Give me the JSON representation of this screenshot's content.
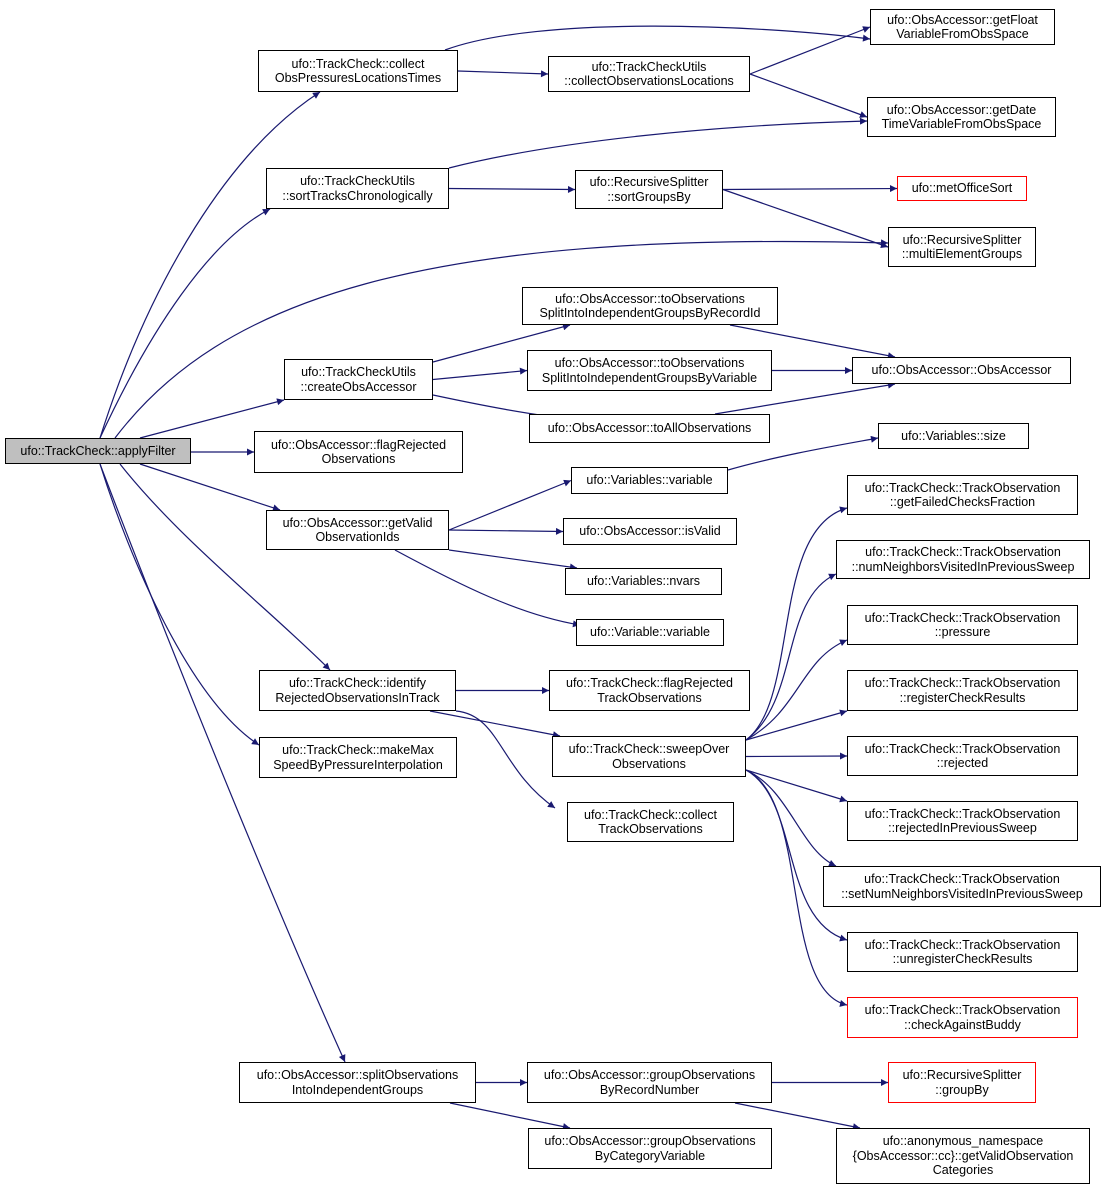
{
  "graph": {
    "edge_color": "#191970",
    "nodes": {
      "applyFilter": {
        "lines": [
          "ufo::TrackCheck::applyFilter"
        ],
        "style": "root"
      },
      "collectObsPressures": {
        "lines": [
          "ufo::TrackCheck::collect",
          "ObsPressuresLocationsTimes"
        ]
      },
      "collectObsLocations": {
        "lines": [
          "ufo::TrackCheckUtils",
          "::collectObservationsLocations"
        ]
      },
      "getFloatVar": {
        "lines": [
          "ufo::ObsAccessor::getFloat",
          "VariableFromObsSpace"
        ]
      },
      "getDateTimeVar": {
        "lines": [
          "ufo::ObsAccessor::getDate",
          "TimeVariableFromObsSpace"
        ]
      },
      "sortTracks": {
        "lines": [
          "ufo::TrackCheckUtils",
          "::sortTracksChronologically"
        ]
      },
      "sortGroupsBy": {
        "lines": [
          "ufo::RecursiveSplitter",
          "::sortGroupsBy"
        ]
      },
      "metOfficeSort": {
        "lines": [
          "ufo::metOfficeSort"
        ],
        "style": "red"
      },
      "multiElementGroups": {
        "lines": [
          "ufo::RecursiveSplitter",
          "::multiElementGroups"
        ]
      },
      "toObsByRecordId": {
        "lines": [
          "ufo::ObsAccessor::toObservations",
          "SplitIntoIndependentGroupsByRecordId"
        ]
      },
      "createObsAccessor": {
        "lines": [
          "ufo::TrackCheckUtils",
          "::createObsAccessor"
        ]
      },
      "toObsByVariable": {
        "lines": [
          "ufo::ObsAccessor::toObservations",
          "SplitIntoIndependentGroupsByVariable"
        ]
      },
      "obsAccessorCtor": {
        "lines": [
          "ufo::ObsAccessor::ObsAccessor"
        ]
      },
      "toAllObservations": {
        "lines": [
          "ufo::ObsAccessor::toAllObservations"
        ]
      },
      "flagRejectedObs": {
        "lines": [
          "ufo::ObsAccessor::flagRejected",
          "Observations"
        ]
      },
      "variablesSize": {
        "lines": [
          "ufo::Variables::size"
        ]
      },
      "getValidObsIds": {
        "lines": [
          "ufo::ObsAccessor::getValid",
          "ObservationIds"
        ]
      },
      "variablesVariable": {
        "lines": [
          "ufo::Variables::variable"
        ]
      },
      "isValid": {
        "lines": [
          "ufo::ObsAccessor::isValid"
        ]
      },
      "nvars": {
        "lines": [
          "ufo::Variables::nvars"
        ]
      },
      "variableVariable": {
        "lines": [
          "ufo::Variable::variable"
        ]
      },
      "getFailedChecksFraction": {
        "lines": [
          "ufo::TrackCheck::TrackObservation",
          "::getFailedChecksFraction"
        ]
      },
      "numNeighborsVisited": {
        "lines": [
          "ufo::TrackCheck::TrackObservation",
          "::numNeighborsVisitedInPreviousSweep"
        ]
      },
      "pressure": {
        "lines": [
          "ufo::TrackCheck::TrackObservation",
          "::pressure"
        ]
      },
      "identifyRejected": {
        "lines": [
          "ufo::TrackCheck::identify",
          "RejectedObservationsInTrack"
        ]
      },
      "flagRejectedTrack": {
        "lines": [
          "ufo::TrackCheck::flagRejected",
          "TrackObservations"
        ]
      },
      "registerCheckResults": {
        "lines": [
          "ufo::TrackCheck::TrackObservation",
          "::registerCheckResults"
        ]
      },
      "makeMaxSpeed": {
        "lines": [
          "ufo::TrackCheck::makeMax",
          "SpeedByPressureInterpolation"
        ]
      },
      "sweepOver": {
        "lines": [
          "ufo::TrackCheck::sweepOver",
          "Observations"
        ]
      },
      "rejected": {
        "lines": [
          "ufo::TrackCheck::TrackObservation",
          "::rejected"
        ]
      },
      "collectTrackObs": {
        "lines": [
          "ufo::TrackCheck::collect",
          "TrackObservations"
        ]
      },
      "rejectedInPrevious": {
        "lines": [
          "ufo::TrackCheck::TrackObservation",
          "::rejectedInPreviousSweep"
        ]
      },
      "setNumNeighbors": {
        "lines": [
          "ufo::TrackCheck::TrackObservation",
          "::setNumNeighborsVisitedInPreviousSweep"
        ]
      },
      "unregisterCheckResults": {
        "lines": [
          "ufo::TrackCheck::TrackObservation",
          "::unregisterCheckResults"
        ]
      },
      "checkAgainstBuddy": {
        "lines": [
          "ufo::TrackCheck::TrackObservation",
          "::checkAgainstBuddy"
        ],
        "style": "red"
      },
      "splitObservations": {
        "lines": [
          "ufo::ObsAccessor::splitObservations",
          "IntoIndependentGroups"
        ]
      },
      "groupByRecordNumber": {
        "lines": [
          "ufo::ObsAccessor::groupObservations",
          "ByRecordNumber"
        ]
      },
      "groupBy": {
        "lines": [
          "ufo::RecursiveSplitter",
          "::groupBy"
        ],
        "style": "red"
      },
      "groupByCategoryVariable": {
        "lines": [
          "ufo::ObsAccessor::groupObservations",
          "ByCategoryVariable"
        ]
      },
      "getValidObsCategories": {
        "lines": [
          "ufo::anonymous_namespace",
          "{ObsAccessor::cc}::getValidObservation",
          "Categories"
        ]
      }
    },
    "edges": [
      [
        "applyFilter",
        "collectObsPressures"
      ],
      [
        "applyFilter",
        "sortTracks"
      ],
      [
        "applyFilter",
        "multiElementGroups"
      ],
      [
        "applyFilter",
        "createObsAccessor"
      ],
      [
        "applyFilter",
        "flagRejectedObs"
      ],
      [
        "applyFilter",
        "getValidObsIds"
      ],
      [
        "applyFilter",
        "identifyRejected"
      ],
      [
        "applyFilter",
        "makeMaxSpeed"
      ],
      [
        "applyFilter",
        "splitObservations"
      ],
      [
        "collectObsPressures",
        "collectObsLocations"
      ],
      [
        "collectObsPressures",
        "getFloatVar"
      ],
      [
        "collectObsLocations",
        "getFloatVar"
      ],
      [
        "collectObsLocations",
        "getDateTimeVar"
      ],
      [
        "sortTracks",
        "getDateTimeVar"
      ],
      [
        "sortTracks",
        "sortGroupsBy"
      ],
      [
        "sortGroupsBy",
        "metOfficeSort"
      ],
      [
        "sortGroupsBy",
        "multiElementGroups"
      ],
      [
        "createObsAccessor",
        "toObsByRecordId"
      ],
      [
        "createObsAccessor",
        "toObsByVariable"
      ],
      [
        "createObsAccessor",
        "toAllObservations"
      ],
      [
        "toObsByRecordId",
        "obsAccessorCtor"
      ],
      [
        "toObsByVariable",
        "obsAccessorCtor"
      ],
      [
        "toAllObservations",
        "obsAccessorCtor"
      ],
      [
        "getValidObsIds",
        "variablesVariable"
      ],
      [
        "getValidObsIds",
        "isValid"
      ],
      [
        "getValidObsIds",
        "nvars"
      ],
      [
        "getValidObsIds",
        "variableVariable"
      ],
      [
        "variablesVariable",
        "variablesSize"
      ],
      [
        "identifyRejected",
        "flagRejectedTrack"
      ],
      [
        "identifyRejected",
        "sweepOver"
      ],
      [
        "identifyRejected",
        "collectTrackObs"
      ],
      [
        "sweepOver",
        "getFailedChecksFraction"
      ],
      [
        "sweepOver",
        "numNeighborsVisited"
      ],
      [
        "sweepOver",
        "pressure"
      ],
      [
        "sweepOver",
        "registerCheckResults"
      ],
      [
        "sweepOver",
        "rejected"
      ],
      [
        "sweepOver",
        "rejectedInPrevious"
      ],
      [
        "sweepOver",
        "setNumNeighbors"
      ],
      [
        "sweepOver",
        "unregisterCheckResults"
      ],
      [
        "sweepOver",
        "checkAgainstBuddy"
      ],
      [
        "splitObservations",
        "groupByRecordNumber"
      ],
      [
        "splitObservations",
        "groupByCategoryVariable"
      ],
      [
        "groupByRecordNumber",
        "groupBy"
      ],
      [
        "groupByRecordNumber",
        "getValidObsCategories"
      ]
    ]
  }
}
